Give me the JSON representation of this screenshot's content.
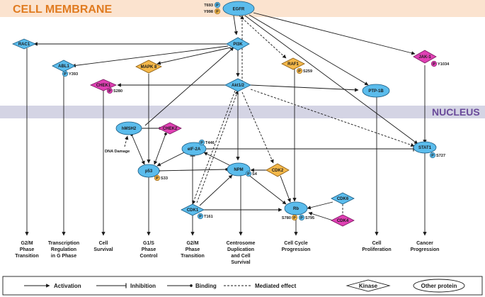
{
  "bands": {
    "membrane": "CELL MEMBRANE",
    "nucleus": "NUCLEUS"
  },
  "colors": {
    "membrane_band": "#fbe3cf",
    "membrane_text": "#e07b20",
    "nucleus_band": "#d4d4e4",
    "nucleus_text": "#6a4a9a",
    "other_protein": "#5bbcec",
    "kinase_blue": "#5bbcec",
    "kinase_orange": "#f4b84a",
    "kinase_pink": "#e040b4",
    "phospho": "#5bbcec",
    "phospho_orange": "#f4b84a"
  },
  "nodes": {
    "EGFR": "EGFR",
    "RAC1": "RAC1",
    "PI3K": "PI3K",
    "ABL1": "ABL1",
    "MAPK8": "MAPK 8",
    "RAF1": "RAF1",
    "JAK1": "JAK-1",
    "CHEK1": "CHEK1",
    "Akt": "Akt1/2",
    "PTP1B": "PTP-1B",
    "hMSH2": "hMSH2",
    "CHEK2": "CHEK2",
    "eIF2A": "eIF-2A",
    "STAT1": "STAT1",
    "p53": "p53",
    "NPM": "NPM",
    "CDK2": "CDK2",
    "CDK6": "CDK6",
    "CDK1": "CDK1",
    "Rb": "Rb",
    "CDK4": "CDK4"
  },
  "sites": {
    "EGFR_T693": "T693",
    "EGFR_Y998": "Y998",
    "ABL1_Y393": "Y393",
    "RAF1_S259": "S259",
    "JAK1_Y1034": "Y1034",
    "CHEK1_S280": "S280",
    "eIF2A_T446": "T446",
    "STAT1_S727": "S727",
    "p53_S33": "S33",
    "NPM_S4": "S4",
    "CDK1_T161": "T161",
    "Rb_S780": "S780",
    "Rb_S795": "S795",
    "p_mark": "P"
  },
  "annotations": {
    "dna_damage": "DNA Damage"
  },
  "outcomes": {
    "rac1": [
      "G2/M",
      "Phase",
      "Transition"
    ],
    "abl1": [
      "Transcription",
      "Regulation",
      "in G Phase"
    ],
    "chek1": [
      "Cell",
      "Survival"
    ],
    "p53": [
      "G1/S",
      "Phase",
      "Control"
    ],
    "cdk1": [
      "G2/M",
      "Phase",
      "Transition"
    ],
    "npm": [
      "Centrosome",
      "Duplication",
      "and Cell",
      "Survival"
    ],
    "rb": [
      "Cell Cycle",
      "Progression"
    ],
    "ptp1b": [
      "Cell",
      "Proliferation"
    ],
    "stat1": [
      "Cancer",
      "Progression"
    ]
  },
  "legend": {
    "activation": "Activation",
    "inhibition": "Inhibition",
    "binding": "Binding",
    "mediated": "Mediated effect",
    "kinase": "Kinase",
    "other": "Other protein"
  }
}
